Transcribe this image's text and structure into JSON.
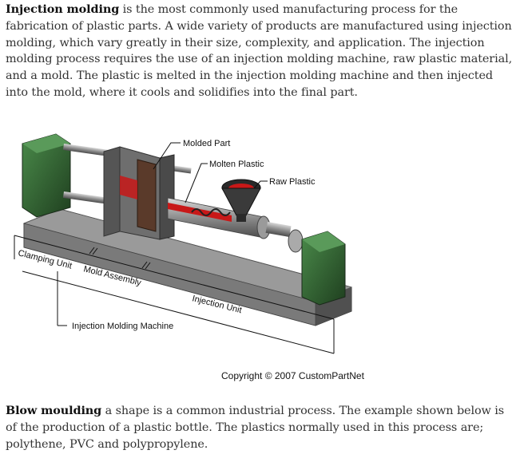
{
  "intro": {
    "term": "Injection molding",
    "text": " is the most commonly used manufacturing process for the fabrication of plastic parts. A wide variety of products are manufactured using injection molding, which vary greatly in their size, complexity, and application. The injection molding process requires the use of an injection molding machine, raw plastic material, and a mold. The plastic is melted in the injection molding machine and then injected into the mold, where it cools and solidifies into the final part."
  },
  "figure": {
    "labels": {
      "molded_part": "Molded Part",
      "molten_plastic": "Molten Plastic",
      "raw_plastic": "Raw Plastic",
      "clamping_unit": "Clamping Unit",
      "mold_assembly": "Mold Assembly",
      "injection_unit": "Injection Unit",
      "machine": "Injection Molding Machine"
    },
    "copyright": "Copyright © 2007 CustomPartNet",
    "colors": {
      "machine_body": "#6b6b6b",
      "green_cap": "#2e5a2e",
      "molten": "#c81818",
      "dark": "#2a2a2a"
    }
  },
  "outro": {
    "term": "Blow moulding",
    "text": " a shape is a common industrial process. The example shown below is of the production of a plastic bottle. The plastics normally used in this process are; polythene, PVC and polypropylene."
  }
}
